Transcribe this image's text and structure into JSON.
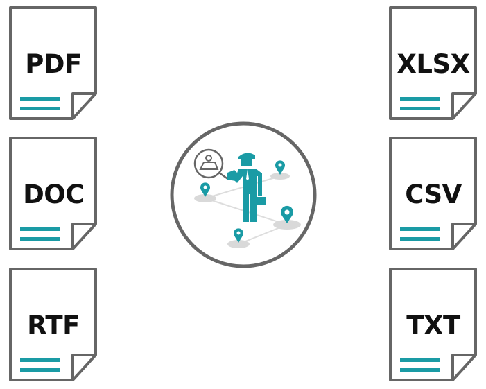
{
  "colors": {
    "accent": "#1a9ba5",
    "outline": "#666666",
    "shadow": "#d9d9d9"
  },
  "left_documents": [
    {
      "label": "PDF"
    },
    {
      "label": "DOC"
    },
    {
      "label": "RTF"
    }
  ],
  "right_documents": [
    {
      "label": "XLSX"
    },
    {
      "label": "CSV"
    },
    {
      "label": "TXT"
    }
  ],
  "center": {
    "icon": "field-agent-location-map-icon"
  }
}
